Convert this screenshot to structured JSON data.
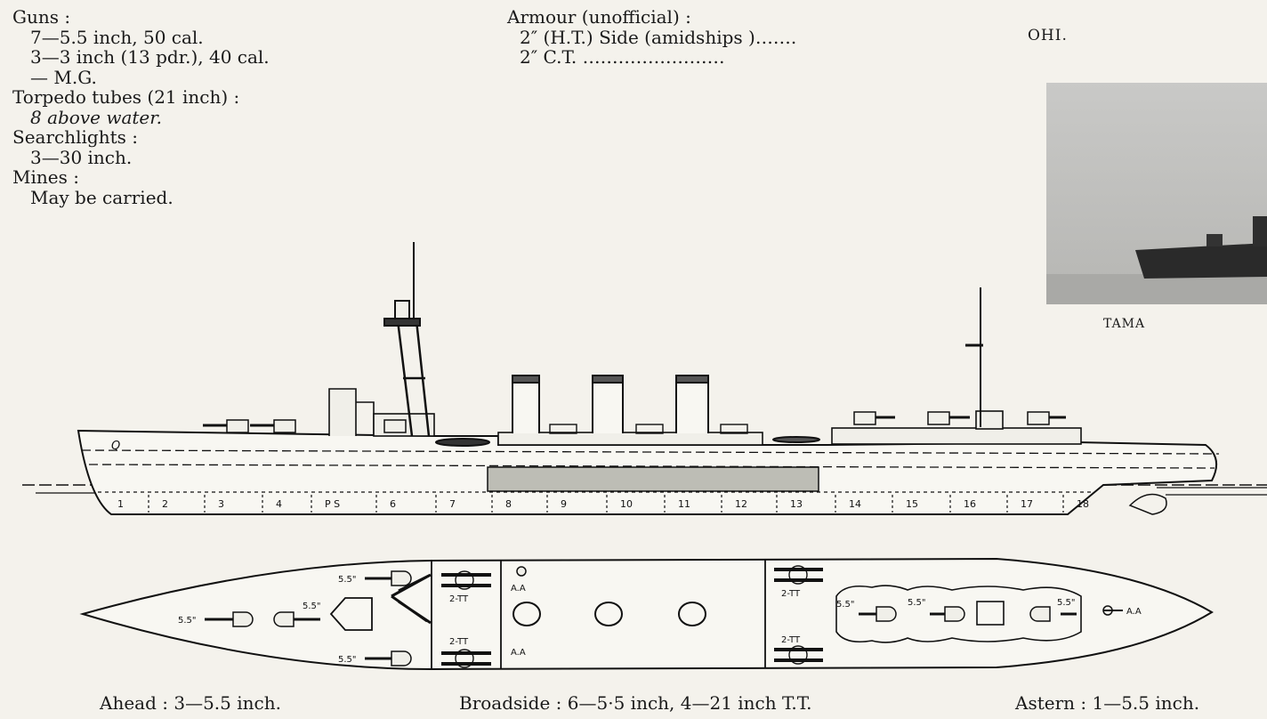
{
  "specs": {
    "guns_heading": "Guns :",
    "guns": [
      "7—5.5 inch, 50 cal.",
      "3—3 inch (13 pdr.), 40 cal.",
      "— M.G."
    ],
    "torpedo_heading": "Torpedo tubes (21 inch) :",
    "torpedo": "8 above water.",
    "searchlights_heading": "Searchlights :",
    "searchlights": "3—30 inch.",
    "mines_heading": "Mines :",
    "mines": "May be carried."
  },
  "armour": {
    "heading": "Armour (unofficial) :",
    "lines": [
      "2″ (H.T.) Side (amidships )…….",
      "2″ C.T. ……………………"
    ]
  },
  "photo_captions": {
    "top": "OHI.",
    "bottom": "TAMA"
  },
  "profile": {
    "compartments": [
      "1",
      "2",
      "3",
      "4",
      "P S",
      "6",
      "7",
      "8",
      "9",
      "10",
      "11",
      "12",
      "13",
      "14",
      "15",
      "16",
      "17",
      "18"
    ],
    "hull_mark": "Q"
  },
  "plan": {
    "labels": {
      "gun": "5.5\"",
      "tt": "2-TT",
      "aa": "A.A"
    }
  },
  "bottom": {
    "ahead": "Ahead : 3—5.5 inch.",
    "broadside": "Broadside : 6—5·5 inch, 4—21 inch T.T.",
    "astern": "Astern : 1—5.5 inch."
  }
}
